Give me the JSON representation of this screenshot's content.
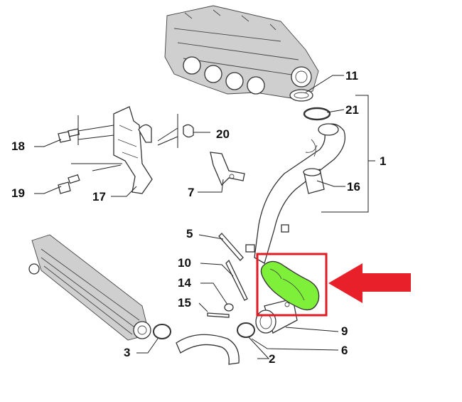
{
  "callouts": [
    {
      "id": "11",
      "text": "11"
    },
    {
      "id": "21",
      "text": "21"
    },
    {
      "id": "1",
      "text": "1"
    },
    {
      "id": "16",
      "text": "16"
    },
    {
      "id": "18",
      "text": "18"
    },
    {
      "id": "20",
      "text": "20"
    },
    {
      "id": "19",
      "text": "19"
    },
    {
      "id": "17",
      "text": "17"
    },
    {
      "id": "7",
      "text": "7"
    },
    {
      "id": "5",
      "text": "5"
    },
    {
      "id": "10",
      "text": "10"
    },
    {
      "id": "14",
      "text": "14"
    },
    {
      "id": "15",
      "text": "15"
    },
    {
      "id": "9",
      "text": "9"
    },
    {
      "id": "3",
      "text": "3"
    },
    {
      "id": "2",
      "text": "2"
    },
    {
      "id": "6",
      "text": "6"
    }
  ],
  "colors": {
    "highlight_box": "#e01b24",
    "pointer_arrow": "#e8202a",
    "highlighted_hose": "#7ef03a",
    "line_art": "#333333"
  },
  "highlight": {
    "target_part": "hose between pipe 1 and elbow 9"
  }
}
